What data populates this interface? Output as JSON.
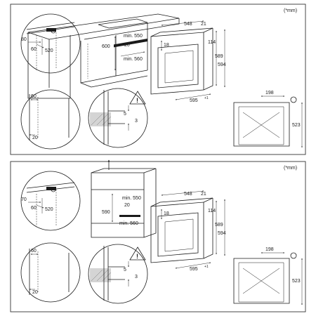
{
  "panels": [
    {
      "unit_note": "(*mm)",
      "detail_niche": {
        "labels": [
          "80",
          "60",
          "520"
        ]
      },
      "niche_cutout": {
        "labels": [
          "600",
          "20"
        ]
      },
      "min_labels": [
        "min. 550",
        "min. 560"
      ],
      "oven": {
        "labels": [
          "548",
          "21",
          "18",
          "114",
          "589",
          "594",
          "595",
          "+1"
        ]
      },
      "side_detail": {
        "labels": [
          "60",
          "20"
        ]
      },
      "gap_detail": {
        "labels": [
          "5",
          "3"
        ]
      },
      "top_view": {
        "labels": [
          "198",
          "523"
        ]
      }
    },
    {
      "unit_note": "(*mm)",
      "detail_niche": {
        "labels": [
          "70",
          "60",
          "520"
        ]
      },
      "niche_cutout": {
        "labels": [
          "590",
          "20"
        ]
      },
      "min_labels": [
        "min. 550",
        "min. 560"
      ],
      "oven": {
        "labels": [
          "548",
          "21",
          "18",
          "114",
          "589",
          "594",
          "595",
          "+1"
        ]
      },
      "side_detail": {
        "labels": [
          "60",
          "20"
        ]
      },
      "gap_detail": {
        "labels": [
          "5",
          "3"
        ]
      },
      "top_view": {
        "labels": [
          "198",
          "523"
        ]
      }
    }
  ],
  "icons": {
    "warning": "warning-triangle-icon",
    "info": "info-circle-icon",
    "arrow": "up-arrow-icon"
  }
}
